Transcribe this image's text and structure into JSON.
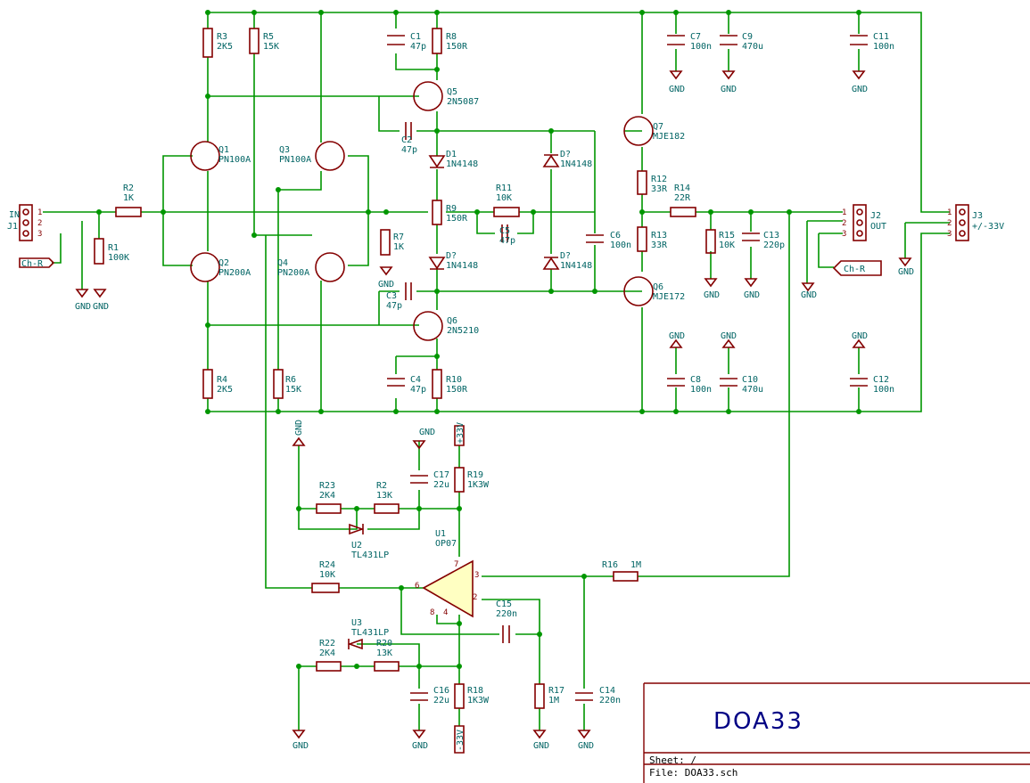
{
  "title_block": {
    "title": "DOA33",
    "sheet": "Sheet: /",
    "file": "File: DOA33.sch"
  },
  "components": [
    {
      "ref": "R3",
      "value": "2K5"
    },
    {
      "ref": "R5",
      "value": "15K"
    },
    {
      "ref": "C1",
      "value": "47p"
    },
    {
      "ref": "R8",
      "value": "150R"
    },
    {
      "ref": "C7",
      "value": "100n"
    },
    {
      "ref": "C9",
      "value": "470u"
    },
    {
      "ref": "C11",
      "value": "100n"
    },
    {
      "ref": "Q5",
      "value": "2N5087"
    },
    {
      "ref": "Q7",
      "value": "MJE182"
    },
    {
      "ref": "Q1",
      "value": "PN100A"
    },
    {
      "ref": "Q3",
      "value": "PN100A"
    },
    {
      "ref": "C2",
      "value": "47p"
    },
    {
      "ref": "D1",
      "value": "1N4148"
    },
    {
      "ref": "D?",
      "value": "1N4148"
    },
    {
      "ref": "R12",
      "value": "33R"
    },
    {
      "ref": "R2",
      "value": "1K"
    },
    {
      "ref": "R11",
      "value": "10K"
    },
    {
      "ref": "R14",
      "value": "22R"
    },
    {
      "ref": "R9",
      "value": "150R"
    },
    {
      "ref": "R1",
      "value": "100K"
    },
    {
      "ref": "R7",
      "value": "1K"
    },
    {
      "ref": "C5",
      "value": "47p"
    },
    {
      "ref": "C6",
      "value": "100n"
    },
    {
      "ref": "R13",
      "value": "33R"
    },
    {
      "ref": "R15",
      "value": "10K"
    },
    {
      "ref": "C13",
      "value": "220p"
    },
    {
      "ref": "Q2",
      "value": "PN200A"
    },
    {
      "ref": "Q4",
      "value": "PN200A"
    },
    {
      "ref": "D?",
      "value": "1N4148"
    },
    {
      "ref": "D?",
      "value": "1N4148"
    },
    {
      "ref": "C3",
      "value": "47p"
    },
    {
      "ref": "Q6",
      "value": "MJE172"
    },
    {
      "ref": "Q6",
      "value": "2N5210"
    },
    {
      "ref": "R4",
      "value": "2K5"
    },
    {
      "ref": "R6",
      "value": "15K"
    },
    {
      "ref": "C4",
      "value": "47p"
    },
    {
      "ref": "R10",
      "value": "150R"
    },
    {
      "ref": "C8",
      "value": "100n"
    },
    {
      "ref": "C10",
      "value": "470u"
    },
    {
      "ref": "C12",
      "value": "100n"
    },
    {
      "ref": "R23",
      "value": "2K4"
    },
    {
      "ref": "R2",
      "value": "13K"
    },
    {
      "ref": "C17",
      "value": "22u"
    },
    {
      "ref": "R19",
      "value": "1K3W"
    },
    {
      "ref": "U2",
      "value": "TL431LP"
    },
    {
      "ref": "U1",
      "value": "OP07"
    },
    {
      "ref": "R24",
      "value": "10K"
    },
    {
      "ref": "R16",
      "value": "1M"
    },
    {
      "ref": "C15",
      "value": "220n"
    },
    {
      "ref": "U3",
      "value": "TL431LP"
    },
    {
      "ref": "R22",
      "value": "2K4"
    },
    {
      "ref": "R20",
      "value": "13K"
    },
    {
      "ref": "C16",
      "value": "22u"
    },
    {
      "ref": "R18",
      "value": "1K3W"
    },
    {
      "ref": "R17",
      "value": "1M"
    },
    {
      "ref": "C14",
      "value": "220n"
    }
  ],
  "connectors": [
    {
      "ref": "J1",
      "name": "IN"
    },
    {
      "ref": "J2",
      "name": "OUT"
    },
    {
      "ref": "J3",
      "name": "+/-33V"
    }
  ],
  "net_labels": [
    "GND",
    "Ch-R",
    "+33V",
    "-33V"
  ],
  "pin_numbers": [
    "1",
    "2",
    "3",
    "4",
    "6",
    "7",
    "8"
  ]
}
